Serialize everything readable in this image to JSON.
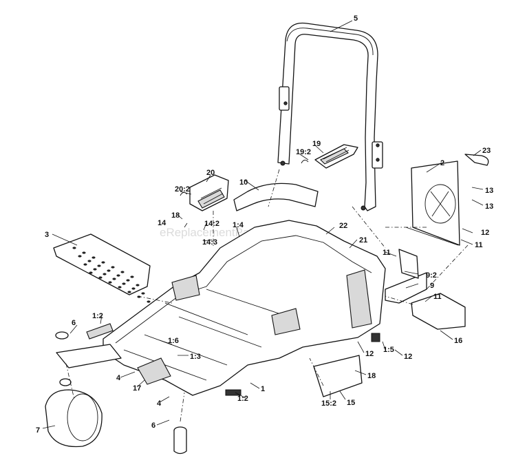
{
  "watermark": "eReplacementParts.com",
  "callouts": [
    {
      "id": "c5",
      "text": "5"
    },
    {
      "id": "c23",
      "text": "23"
    },
    {
      "id": "c2",
      "text": "2"
    },
    {
      "id": "c19",
      "text": "19"
    },
    {
      "id": "c19_2",
      "text": "19:2"
    },
    {
      "id": "c20",
      "text": "20"
    },
    {
      "id": "c20_2",
      "text": "20:2"
    },
    {
      "id": "c10",
      "text": "10"
    },
    {
      "id": "c13a",
      "text": "13"
    },
    {
      "id": "c13b",
      "text": "13"
    },
    {
      "id": "c18a",
      "text": "18"
    },
    {
      "id": "c14",
      "text": "14"
    },
    {
      "id": "c14_2",
      "text": "14:2"
    },
    {
      "id": "c1_4",
      "text": "1:4"
    },
    {
      "id": "c22",
      "text": "22"
    },
    {
      "id": "c12a",
      "text": "12"
    },
    {
      "id": "c11a",
      "text": "11"
    },
    {
      "id": "c14_3",
      "text": "14:3"
    },
    {
      "id": "c3",
      "text": "3"
    },
    {
      "id": "c21",
      "text": "21"
    },
    {
      "id": "c11b",
      "text": "11"
    },
    {
      "id": "c9_2",
      "text": "9:2"
    },
    {
      "id": "c9",
      "text": "9"
    },
    {
      "id": "c11c",
      "text": "11"
    },
    {
      "id": "c6a",
      "text": "6"
    },
    {
      "id": "c1_2a",
      "text": "1:2"
    },
    {
      "id": "c16",
      "text": "16"
    },
    {
      "id": "c1_6",
      "text": "1:6"
    },
    {
      "id": "c12b",
      "text": "12"
    },
    {
      "id": "c1_5",
      "text": "1:5"
    },
    {
      "id": "c12c",
      "text": "12"
    },
    {
      "id": "c1_3",
      "text": "1:3"
    },
    {
      "id": "c18b",
      "text": "18"
    },
    {
      "id": "c4a",
      "text": "4"
    },
    {
      "id": "c17",
      "text": "17"
    },
    {
      "id": "c1",
      "text": "1"
    },
    {
      "id": "c1_2b",
      "text": "1:2"
    },
    {
      "id": "c15_2",
      "text": "15:2"
    },
    {
      "id": "c15",
      "text": "15"
    },
    {
      "id": "c4b",
      "text": "4"
    },
    {
      "id": "c6b",
      "text": "6"
    },
    {
      "id": "c7",
      "text": "7"
    }
  ]
}
